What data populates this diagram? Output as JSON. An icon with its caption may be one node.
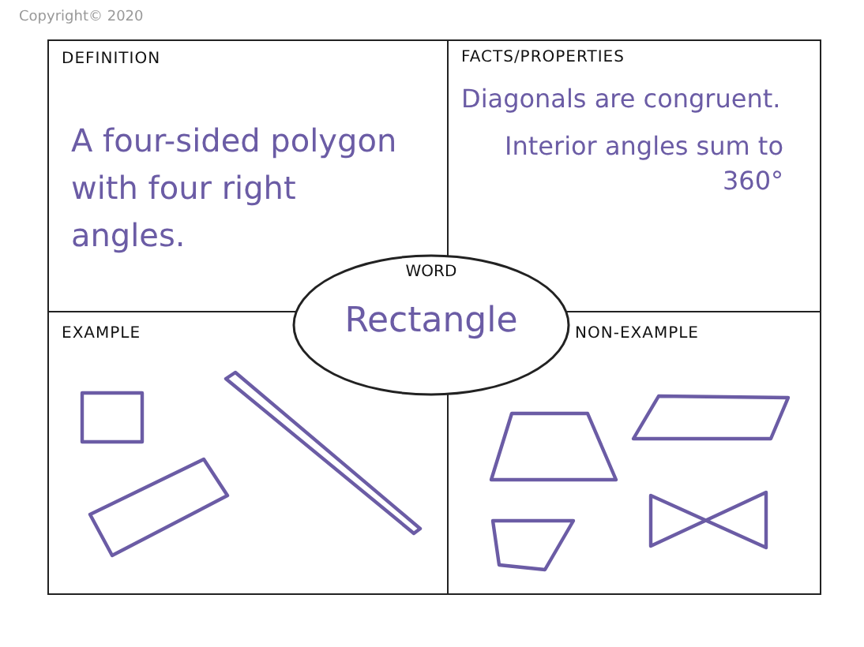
{
  "diagram": {
    "nodes": [
      {
        "text": [
          "DEFINITION",
          "A four-sided polygon with four right angles."
        ]
      },
      {
        "text": [
          "FACTS/PROPERTIES",
          "Diagonals are congruent.",
          "Interior angles sum to 360°"
        ]
      },
      {
        "text": [
          "EXAMPLE"
        ]
      },
      {
        "text": [
          "NON-EXAMPLE"
        ]
      },
      {
        "text": [
          "WORD",
          "Rectangle"
        ]
      }
    ],
    "labels": [
      "Copyright© 2020"
    ]
  }
}
